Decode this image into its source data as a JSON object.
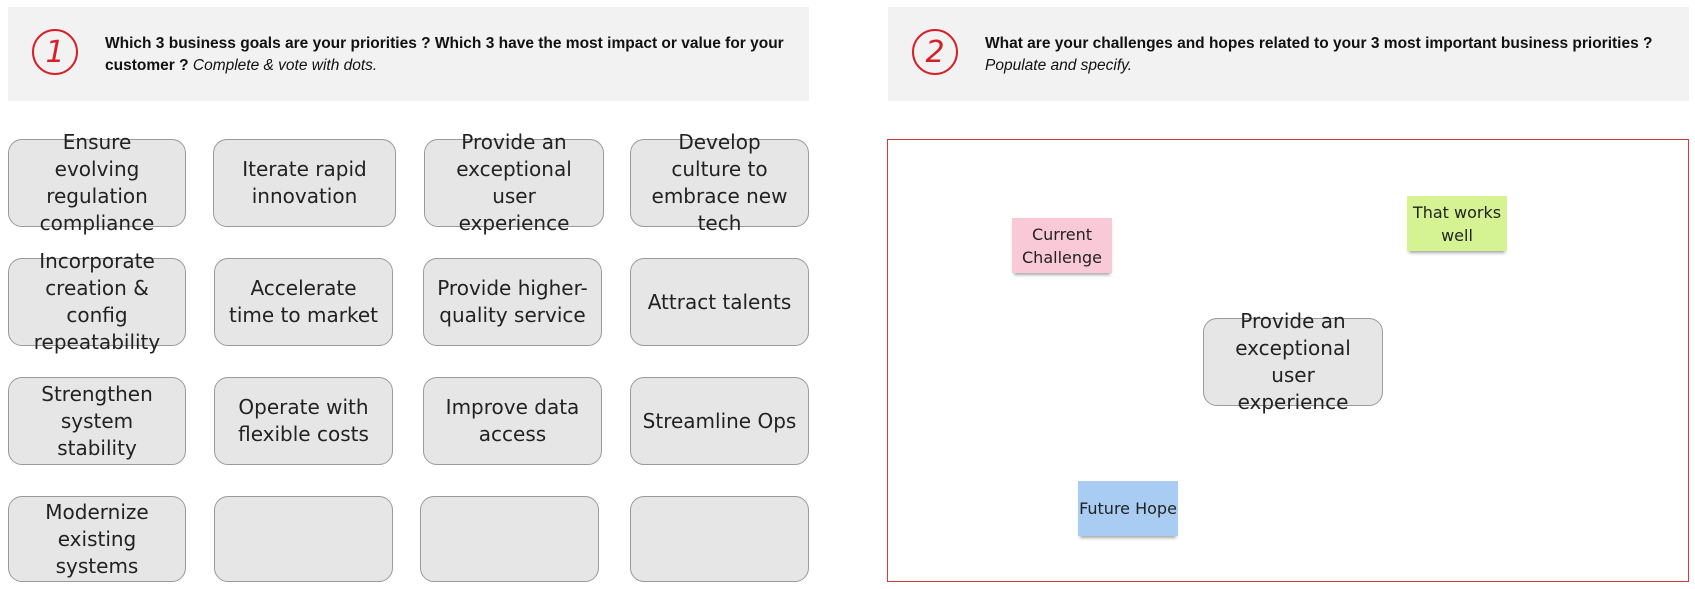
{
  "step1": {
    "number": "1",
    "question_bold": "Which 3 business goals are your priorities ? Which 3 have the most impact or value for your customer ?",
    "question_italic": "Complete & vote with dots."
  },
  "step2": {
    "number": "2",
    "question_bold": "What are your challenges and hopes related to your 3 most important business priorities ?",
    "question_italic": "Populate and specify."
  },
  "goals": [
    "Ensure evolving regulation compliance",
    "Iterate rapid innovation",
    "Provide an exceptional user experience",
    "Develop culture to embrace new tech",
    "Incorporate creation & config repeatability",
    "Accelerate time to market",
    "Provide higher-quality service",
    "Attract talents",
    "Strengthen system stability",
    "Operate with flexible costs",
    "Improve data access",
    "Streamline Ops",
    "Modernize existing systems",
    "",
    "",
    ""
  ],
  "board": {
    "priority_card": "Provide an exceptional user experience",
    "stickies": {
      "challenge": {
        "label": "Current Challenge",
        "color": "#f9c9d8"
      },
      "works_well": {
        "label": "That works well",
        "color": "#d6f393"
      },
      "hope": {
        "label": "Future Hope",
        "color": "#a9ccf2"
      }
    }
  },
  "colors": {
    "accent_red": "#d42027",
    "card_fill": "#e6e6e6",
    "header_fill": "#f2f2f2"
  }
}
